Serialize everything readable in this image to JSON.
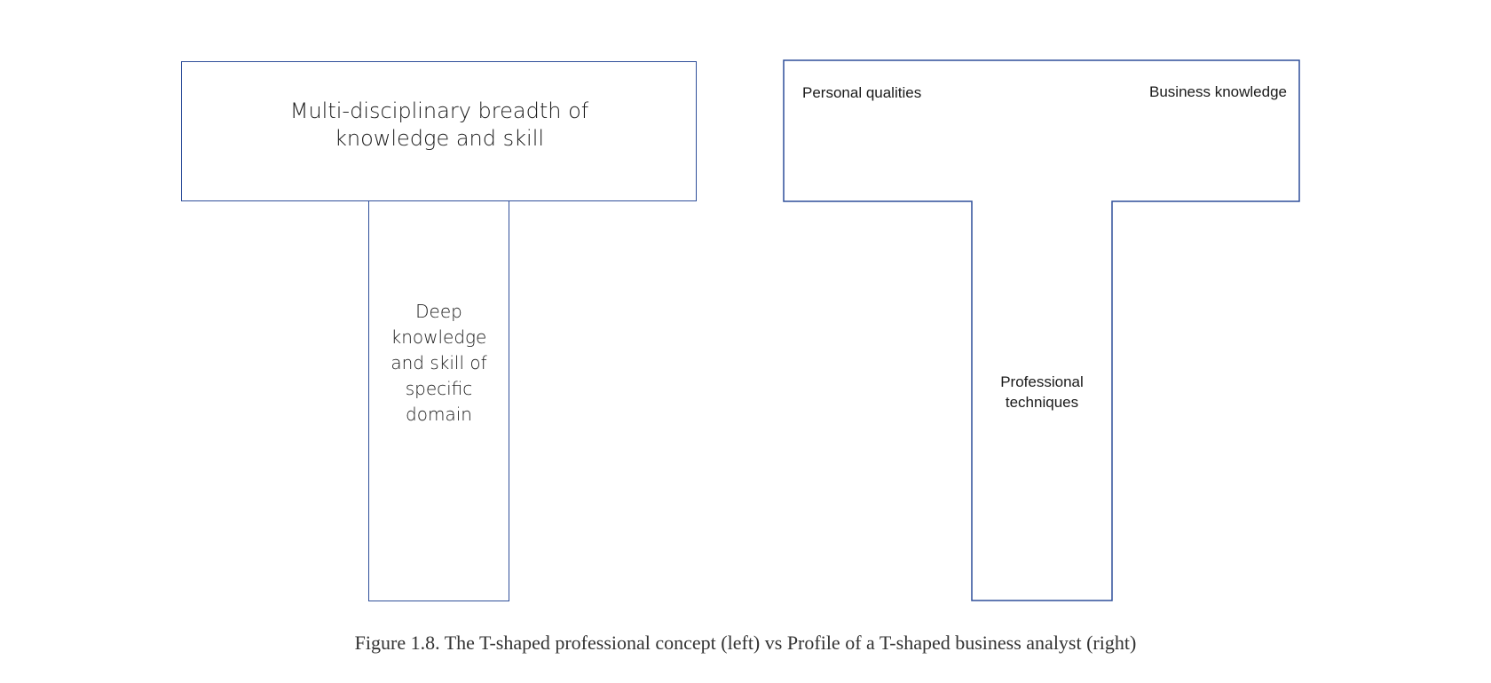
{
  "left_t": {
    "top_label": "Multi-disciplinary breadth of knowledge and skill",
    "stem_label_lines": [
      "Deep",
      "knowledge",
      "and skill of",
      "specific",
      "domain"
    ]
  },
  "right_t": {
    "top_left_label": "Personal qualities",
    "top_right_label": "Business knowledge",
    "stem_label_lines": [
      "Professional",
      "techniques"
    ]
  },
  "caption": "Figure 1.8. The T-shaped professional concept (left) vs Profile of a T-shaped business analyst (right)",
  "colors": {
    "outline": "#2f4f9a",
    "text": "#1a1a1a"
  }
}
